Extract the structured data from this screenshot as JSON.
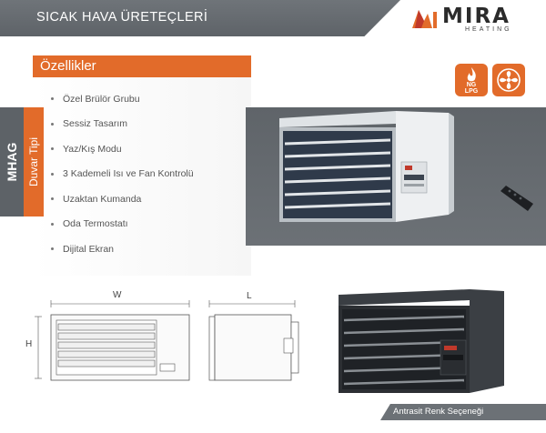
{
  "header": {
    "title": "SICAK HAVA ÜRETEÇLERİ"
  },
  "logo": {
    "name": "MIRA",
    "subtitle": "HEATING"
  },
  "features": {
    "title": "Özellikler",
    "items": [
      "Özel Brülör Grubu",
      "Sessiz Tasarım",
      "Yaz/Kış Modu",
      "3 Kademeli Isı ve Fan Kontrolü",
      "Uzaktan Kumanda",
      "Oda Termostatı",
      "Dijital Ekran"
    ]
  },
  "side_tab": {
    "model": "MHAG",
    "type": "Duvar Tipi"
  },
  "badges": {
    "fuel_line1": "NG",
    "fuel_line2": "LPG",
    "fuel_icon": "flame-icon",
    "fan_icon": "fan-icon"
  },
  "drawing": {
    "width_label": "W",
    "height_label": "H",
    "length_label": "L"
  },
  "caption": {
    "text": "Antrasit Renk Seçeneği"
  },
  "colors": {
    "accent": "#e26b2a",
    "dark_gray": "#5d6267",
    "anthracite": "#2c2f33"
  }
}
